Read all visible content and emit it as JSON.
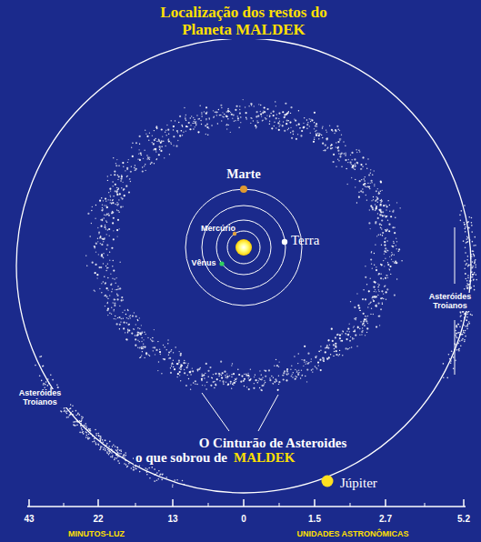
{
  "diagram": {
    "title": "Localização dos restos do Planeta MALDEK",
    "labels": [
      "Marte",
      "Mercúrio",
      "Vênus",
      "Terra",
      "O Cinturão de Asteroides",
      "o que sobrou de",
      "MALDEK",
      "Júpiter",
      "Asteróides Troianos",
      "Asteróides Troianos",
      "43",
      "22",
      "13",
      "0",
      "1.5",
      "2.7",
      "5.2",
      "MINUTOS-LUZ",
      "UNIDADES ASTRONÔMICAS"
    ]
  }
}
